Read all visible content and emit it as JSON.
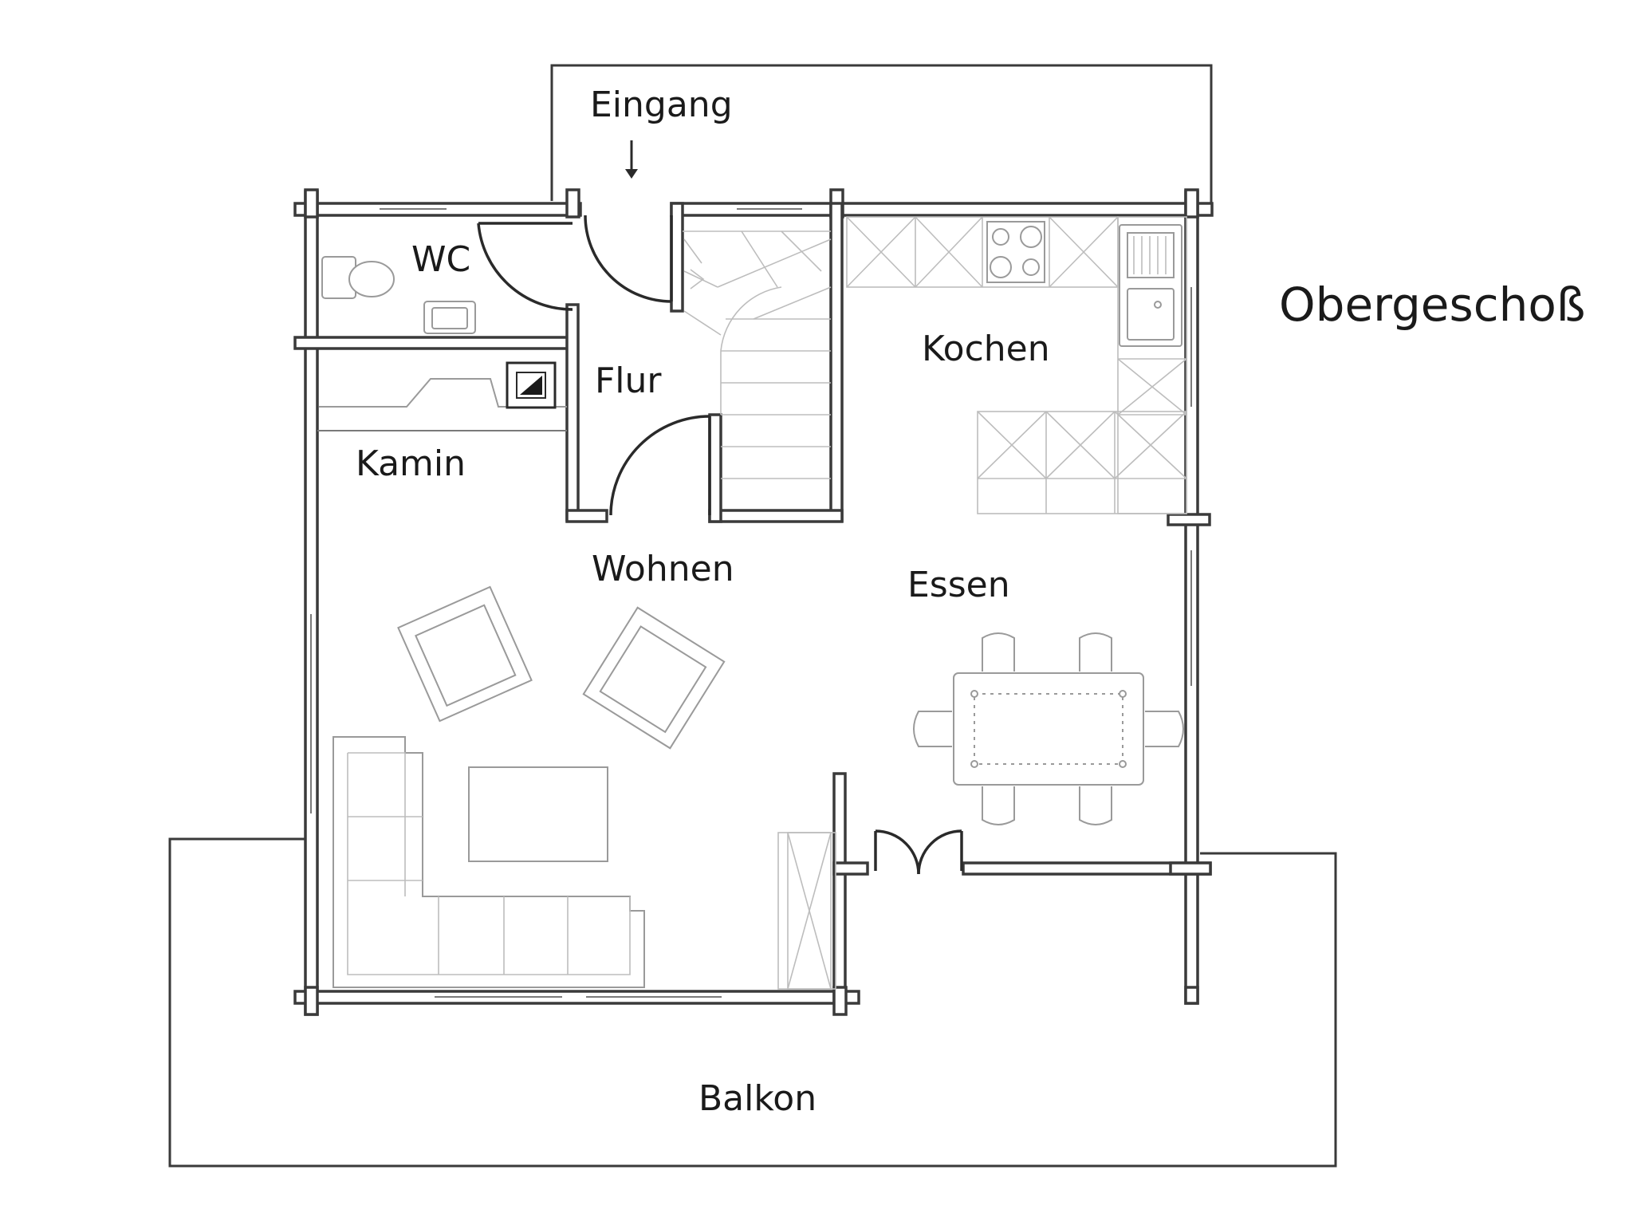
{
  "title": "Obergeschoß",
  "rooms": {
    "eingang": "Eingang",
    "wc": "WC",
    "flur": "Flur",
    "kochen": "Kochen",
    "kamin": "Kamin",
    "wohnen": "Wohnen",
    "essen": "Essen",
    "balkon": "Balkon"
  },
  "colors": {
    "wall": "#3a3a3a",
    "furniture": "#9a9a9a",
    "background": "#ffffff"
  }
}
